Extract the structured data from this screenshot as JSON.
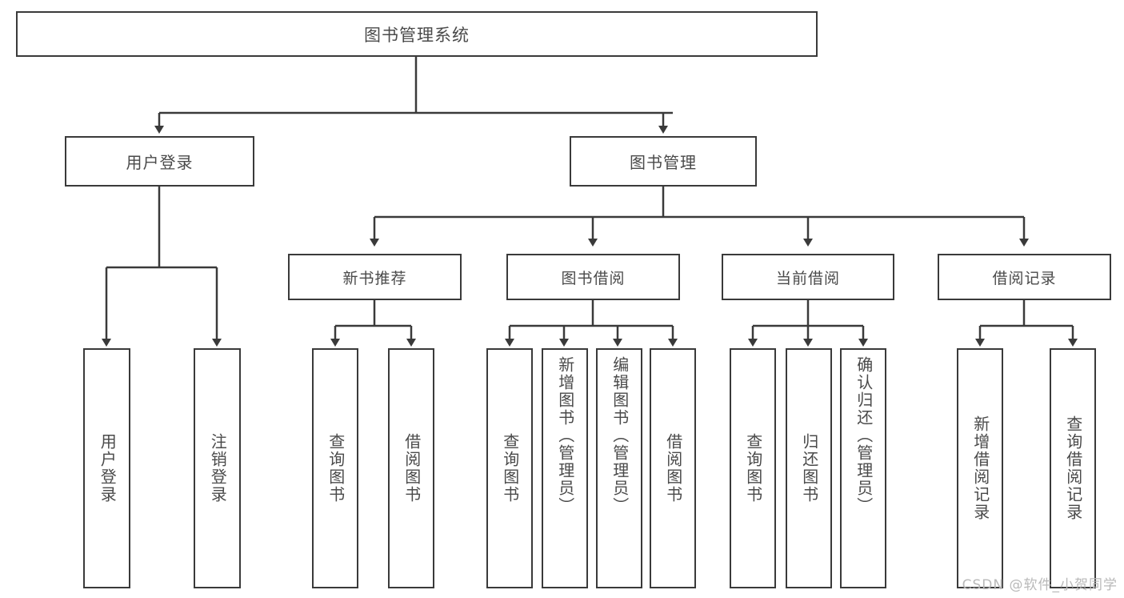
{
  "diagram": {
    "title": "图书管理系统",
    "watermark": "CSDN @软件_小贺同学",
    "colors": {
      "box_border": "#3a3a3a",
      "box_fill": "#ffffff",
      "text": "#4a4a4a",
      "edge": "#3a3a3a",
      "watermark": "#b9b9b9",
      "background": "#ffffff"
    },
    "root": {
      "label": "图书管理系统"
    },
    "level2": [
      {
        "label": "用户登录"
      },
      {
        "label": "图书管理"
      }
    ],
    "level3": [
      {
        "label": "新书推荐"
      },
      {
        "label": "图书借阅"
      },
      {
        "label": "当前借阅"
      },
      {
        "label": "借阅记录"
      }
    ],
    "leaves": {
      "user_login": [
        {
          "label": "用户登录"
        },
        {
          "label": "注销登录"
        }
      ],
      "new_book_recommend": [
        {
          "label": "查询图书"
        },
        {
          "label": "借阅图书"
        }
      ],
      "book_borrow": [
        {
          "label": "查询图书"
        },
        {
          "label": "新增图书（管理员）"
        },
        {
          "label": "编辑图书（管理员）"
        },
        {
          "label": "借阅图书"
        }
      ],
      "current_borrow": [
        {
          "label": "查询图书"
        },
        {
          "label": "归还图书"
        },
        {
          "label": "确认归还（管理员）"
        }
      ],
      "borrow_record": [
        {
          "label": "新增借阅记录"
        },
        {
          "label": "查询借阅记录"
        }
      ]
    }
  }
}
